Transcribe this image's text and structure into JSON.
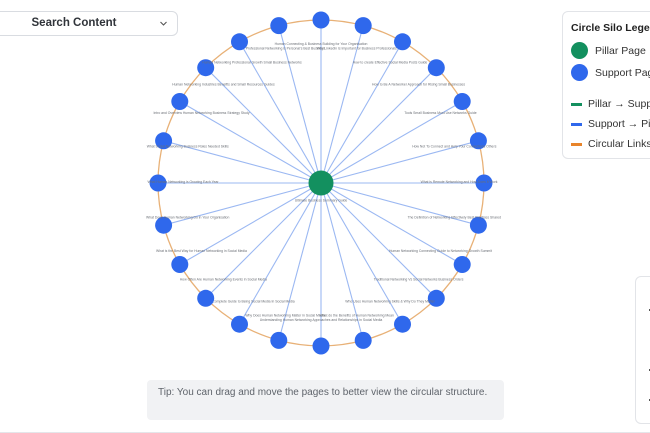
{
  "search": {
    "label": "Search Content"
  },
  "legend": {
    "title": "Circle Silo Legend",
    "pillar_label": "Pillar Page",
    "support_label": "Support Page",
    "pillar_to_support": "Pillar → Support",
    "support_to_pillar": "Support → Pillar",
    "circular_links": "Circular Links"
  },
  "colors": {
    "pillar": "#13905f",
    "support": "#2f68ec",
    "pillar_link": "#13905f",
    "support_link": "#9bb8f2",
    "circular_link": "#e8b177"
  },
  "graph": {
    "pillar": {
      "label": "Ultimate Business Summary Guide"
    },
    "support_nodes": [
      {
        "label": "Human Connecting & Business Building for Your Organisation"
      },
      {
        "label": "Why Linkedin Is Important for Business Professionals"
      },
      {
        "label": "How to create Effective Social Media Posts Guide"
      },
      {
        "label": "How to Be A Networker Approach for Rising Small Businesses"
      },
      {
        "label": "Tools Small Business Must Use Networks Guide"
      },
      {
        "label": "How Not To Connect and Help Your Connections Others"
      },
      {
        "label": "What is Remote Networking and How Does It Work"
      },
      {
        "label": "The Definition of Networking Effectively Best Practices Shared"
      },
      {
        "label": "Human Networking Connecting Guide to Networking Growth Summit"
      },
      {
        "label": "Traditional Networking Vs Social Networks Business Orders"
      },
      {
        "label": "Who Uses Human Networking Skills & Why Do They Matter"
      },
      {
        "label": "What do the Benefits of Human Networking Mean"
      },
      {
        "label": "Understanding Human Networking Approaches and Relationships in Social Media"
      },
      {
        "label": "Why Does Human Networking Matter in Social Media"
      },
      {
        "label": "A Complete Guide to Being Social Media In Social Media"
      },
      {
        "label": "How Often Are Human Networking Events in Social Media"
      },
      {
        "label": "What is the Best Way for Human Networking in Social Media"
      },
      {
        "label": "What Does Human Networking Do in Your Organisation"
      },
      {
        "label": "What Human Networking is Growing Each Year"
      },
      {
        "label": "What Social Networking Business Roles Needed Skills"
      },
      {
        "label": "Intro and Overview Human Networking Business Strategy Study"
      },
      {
        "label": "Human Networking Industries Benefits and Small Resources Guides"
      },
      {
        "label": "Human Networking Professional Growth Small Business Networks"
      },
      {
        "label": "Professional Networking is Personal's Best Business"
      }
    ]
  },
  "tip": {
    "text": "Tip: You can drag and move the pages to better view the circular structure."
  }
}
